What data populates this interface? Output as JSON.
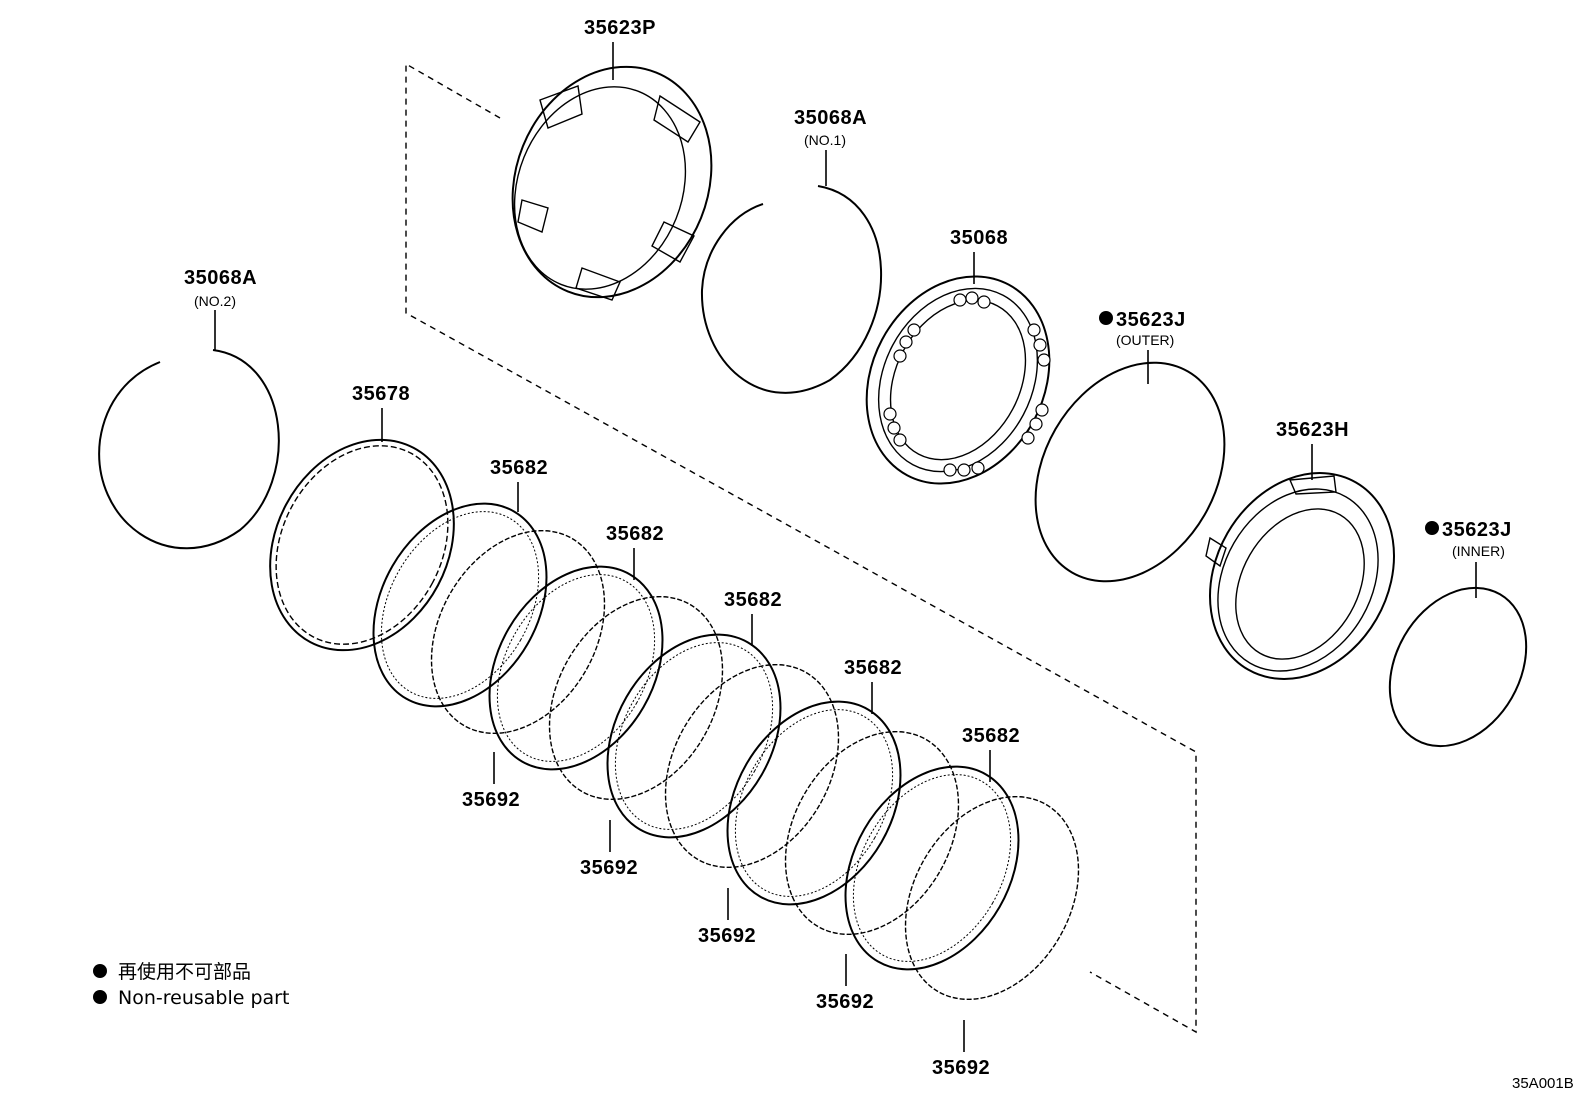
{
  "labels": {
    "p35623P": "35623P",
    "p35068A_1": "35068A",
    "p35068A_1_sub": "(NO.1)",
    "p35068A_2": "35068A",
    "p35068A_2_sub": "(NO.2)",
    "p35068": "35068",
    "p35623J_outer": "35623J",
    "p35623J_outer_sub": "(OUTER)",
    "p35623H": "35623H",
    "p35623J_inner": "35623J",
    "p35623J_inner_sub": "(INNER)",
    "p35678": "35678",
    "p35682": "35682",
    "p35692": "35692"
  },
  "legend": {
    "line1": "再使用不可部品",
    "line2": "Non-reusable part"
  },
  "drawing_code": "35A001B"
}
